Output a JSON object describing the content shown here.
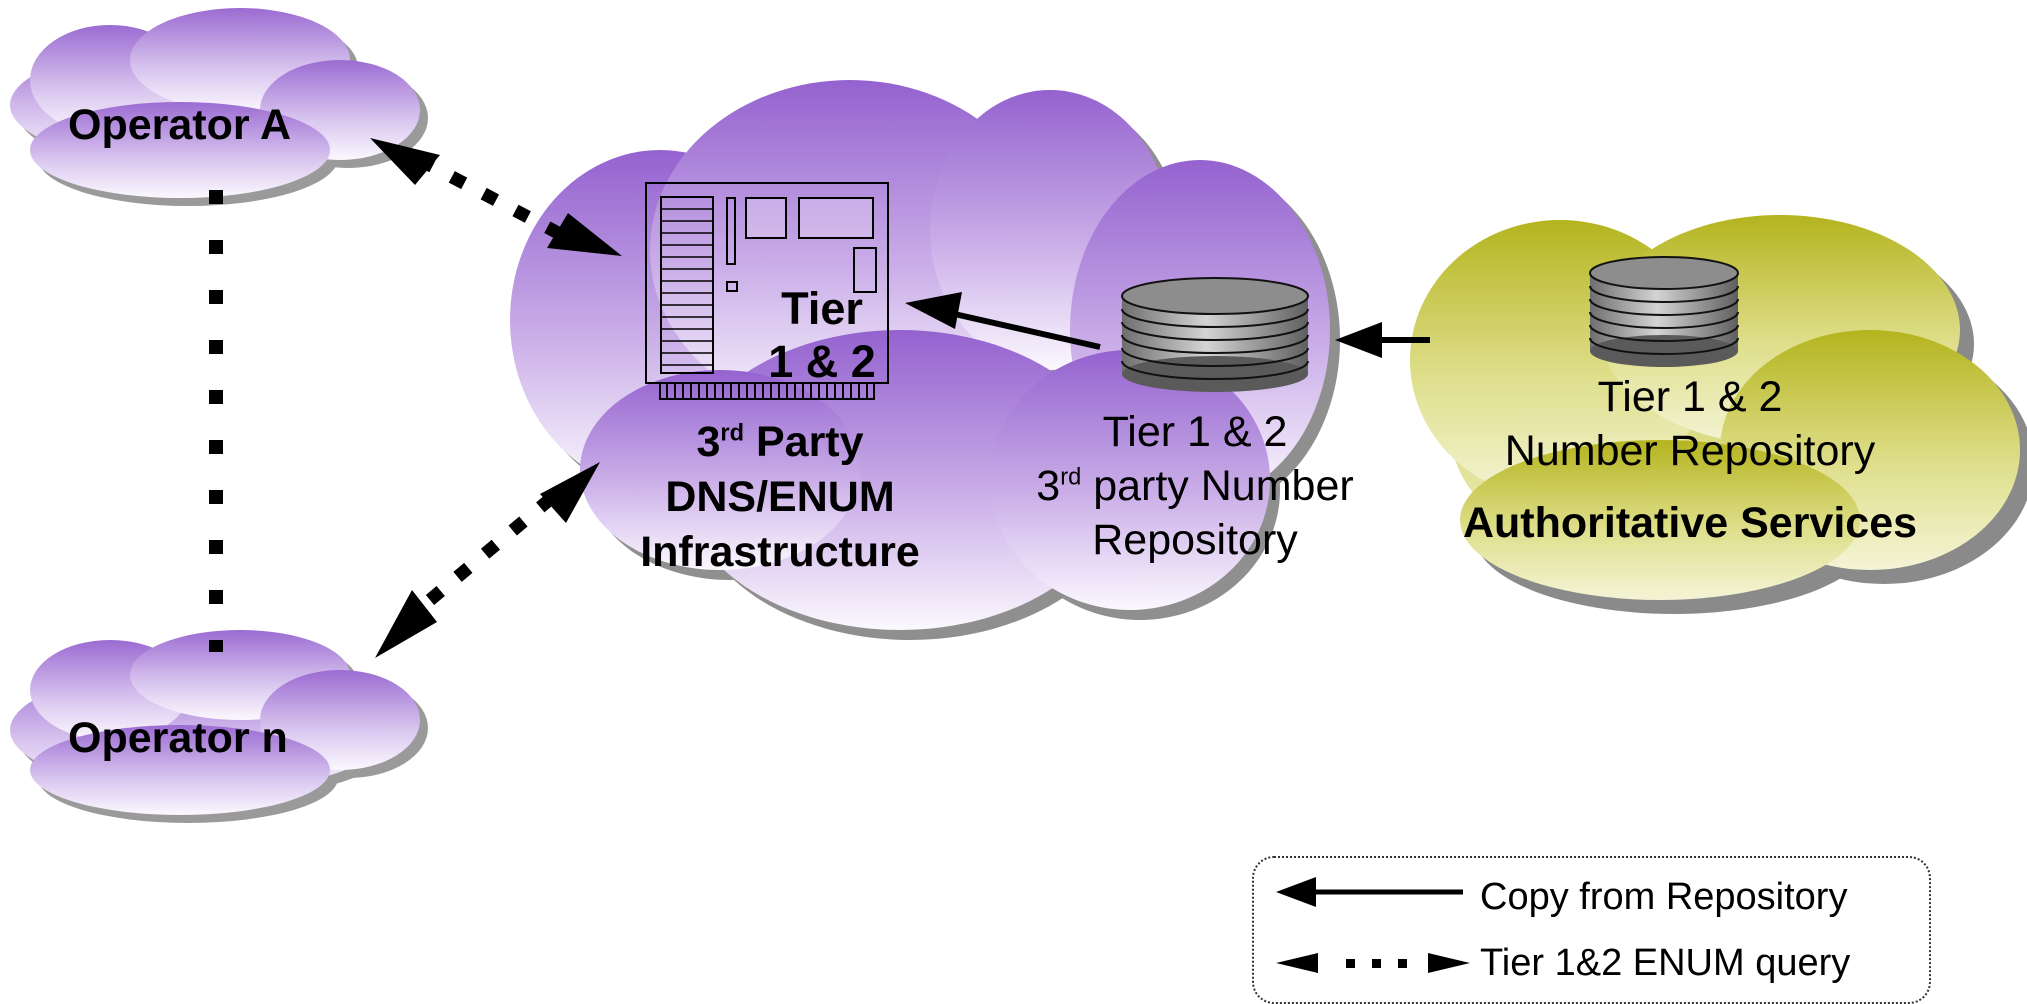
{
  "nodes": {
    "operator_a": {
      "label": "Operator A"
    },
    "operator_n": {
      "label": "Operator n"
    },
    "infrastructure": {
      "server_label_line1": "Tier",
      "server_label_line2": "1 & 2",
      "name_prefix": "3",
      "name_sup": "rd",
      "name_line1_rest": " Party",
      "name_line2": "DNS/ENUM",
      "name_line3": "Infrastructure"
    },
    "third_party_repository": {
      "line1": "Tier 1 & 2",
      "prefix": "3",
      "sup": "rd",
      "line2_rest": " party Number",
      "line3": "Repository"
    },
    "authoritative": {
      "line1": "Tier 1 & 2",
      "line2": "Number Repository",
      "title": "Authoritative Services"
    }
  },
  "legend": {
    "items": [
      {
        "label": "Copy from Repository",
        "icon": "solid-arrow-icon"
      },
      {
        "label": "Tier 1&2 ENUM query",
        "icon": "dotted-double-arrow-icon"
      }
    ]
  },
  "colors": {
    "purple_cloud_top": "#9b6fd0",
    "purple_cloud_bottom": "#faf6fd",
    "yellow_cloud_top": "#b8b822",
    "yellow_cloud_bottom": "#f2f2c8",
    "cloud_shadow": "#8c8c8c"
  }
}
